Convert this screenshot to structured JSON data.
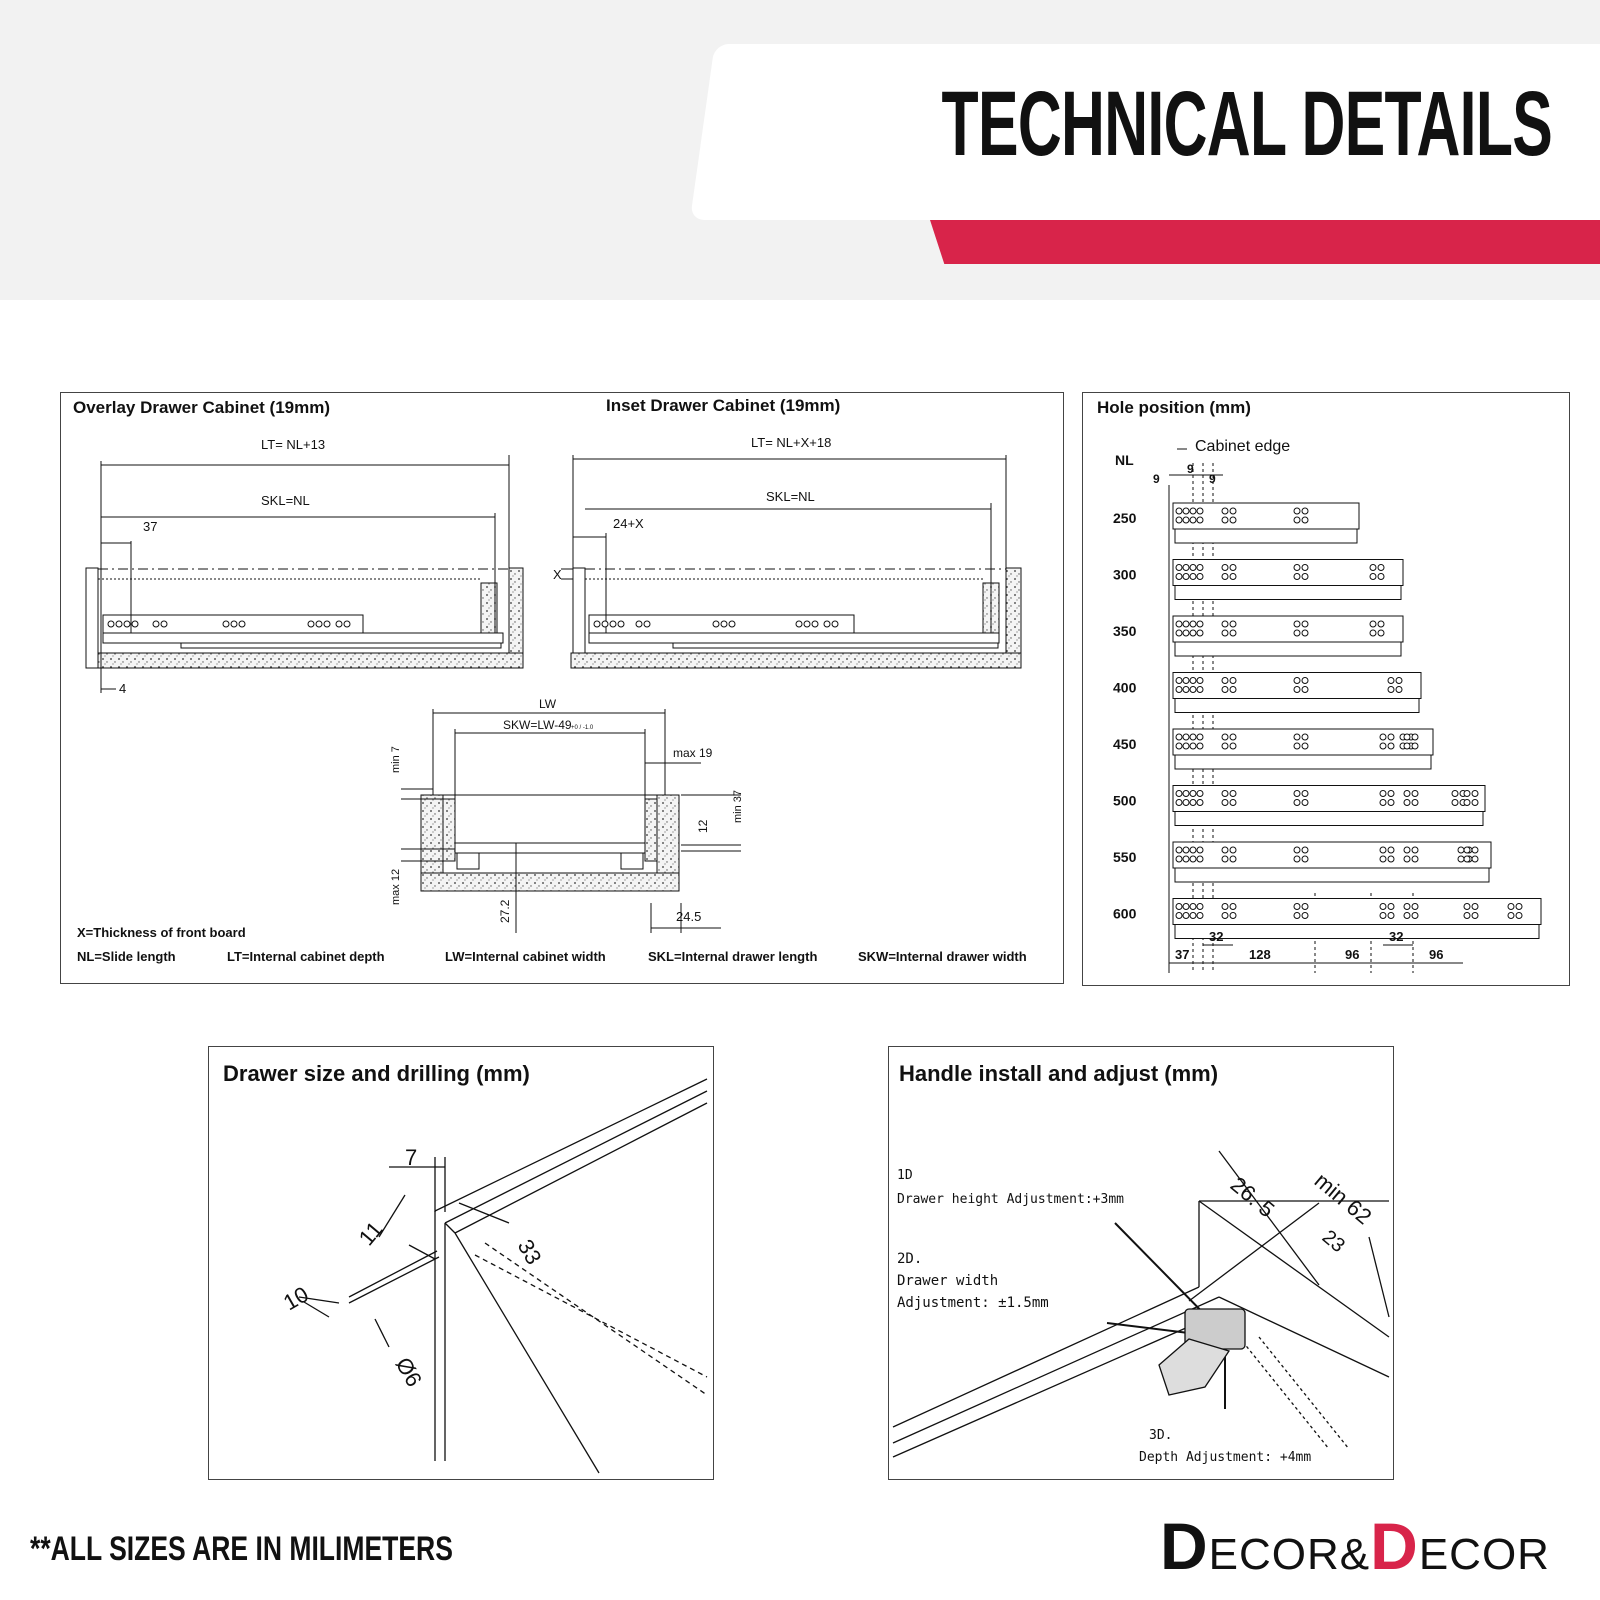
{
  "header": {
    "title": "TECHNICAL DETAILS"
  },
  "panel_cabinets": {
    "overlay_title": "Overlay Drawer Cabinet (19mm)",
    "inset_title": "Inset Drawer Cabinet (19mm)",
    "overlay": {
      "lt": "LT= NL+13",
      "skl": "SKL=NL",
      "dim_37": "37",
      "dim_4": "4"
    },
    "inset": {
      "lt": "LT= NL+X+18",
      "skl": "SKL=NL",
      "dim_24x": "24+X",
      "x": "X"
    },
    "section": {
      "lw": "LW",
      "skw": "SKW=LW-49",
      "skw_tol": "+0 / -1.0",
      "max19": "max 19",
      "min7": "min 7",
      "min37": "min 37",
      "d12": "12",
      "max12": "max 12",
      "d272": "27.2",
      "d245": "24.5"
    },
    "legend": {
      "x": "X=Thickness of front board",
      "nl": "NL=Slide length",
      "lt": "LT=Internal cabinet depth",
      "lw": "LW=Internal cabinet width",
      "skl": "SKL=Internal drawer length",
      "skw": "SKW=Internal drawer width"
    }
  },
  "panel_holes": {
    "title": "Hole position (mm)",
    "cabinet_edge": "Cabinet edge",
    "nl_label": "NL",
    "top_dims": [
      "9",
      "9",
      "9"
    ],
    "rows": [
      "250",
      "300",
      "350",
      "400",
      "450",
      "500",
      "550",
      "600"
    ],
    "bottom_dims": [
      "37",
      "32",
      "128",
      "96",
      "32",
      "96"
    ]
  },
  "panel_drilling": {
    "title": "Drawer size and drilling (mm)",
    "dims": [
      "7",
      "11",
      "10",
      "Ø6",
      "33"
    ]
  },
  "panel_handle": {
    "title": "Handle install and adjust (mm)",
    "dims": [
      "26. 5",
      "min 62",
      "23"
    ],
    "a1_label": "1D",
    "a1_text": "Drawer height Adjustment:+3mm",
    "a2_label": "2D.",
    "a2_text1": "Drawer width",
    "a2_text2": "Adjustment: ±1.5mm",
    "a3_label": "3D.",
    "a3_text": "Depth Adjustment: +4mm"
  },
  "footer": {
    "note": "**ALL SIZES ARE IN MILIMETERS",
    "brand_d1": "D",
    "brand_w1": "ECOR&",
    "brand_d2": "D",
    "brand_w2": "ECOR"
  },
  "colors": {
    "accent": "#d8244a",
    "header_bg": "#f2f2f2"
  }
}
